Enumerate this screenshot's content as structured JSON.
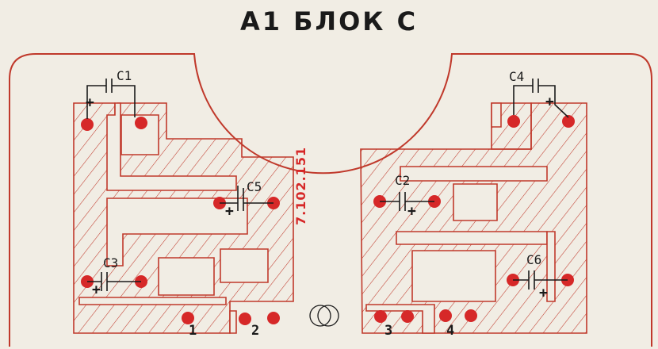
{
  "title": "A1 БЛОК  C",
  "doc_code": "7.102.151",
  "capacitors": {
    "c1": "C1",
    "c2": "C2",
    "c3": "C3",
    "c4": "C4",
    "c5": "C5",
    "c6": "C6"
  },
  "polarity_mark": "+",
  "terminals": [
    "1",
    "2",
    "3",
    "4"
  ],
  "colors": {
    "background": "#f1ede4",
    "outline": "#c0392b",
    "pad": "#d62828",
    "ink": "#1a1a1a"
  }
}
